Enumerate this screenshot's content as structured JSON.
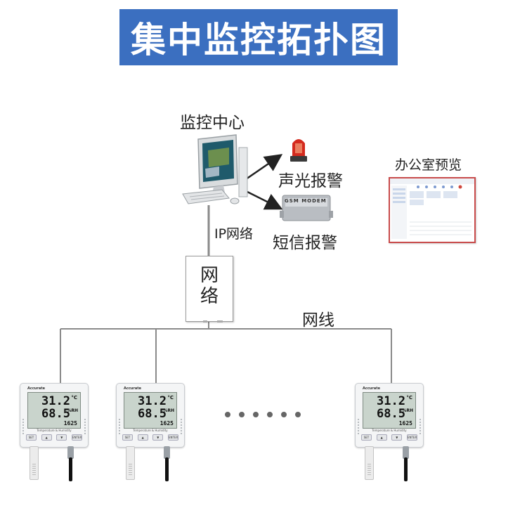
{
  "title": "集中监控拓扑图",
  "labels": {
    "monitor_center": "监控中心",
    "ip_network": "IP网络",
    "sound_light_alarm": "声光报警",
    "sms_alarm": "短信报警",
    "office_preview": "办公室预览",
    "network_box": "网\n络",
    "network_cable": "网线"
  },
  "modem_text": "GSM MODEM",
  "sensor": {
    "brand": "Accurate",
    "temperature": "31.2",
    "temp_unit": "°C",
    "humidity": "68.5",
    "hum_unit": "%RH",
    "extra": "1625",
    "subtitle": "Temperature & Humidity",
    "buttons": [
      "SET",
      "▲",
      "▼",
      "ENTER"
    ]
  },
  "colors": {
    "banner": "#3b6fc0",
    "wire": "#8a8a8a",
    "arrow": "#222222",
    "preview_border": "#c94b4b"
  }
}
